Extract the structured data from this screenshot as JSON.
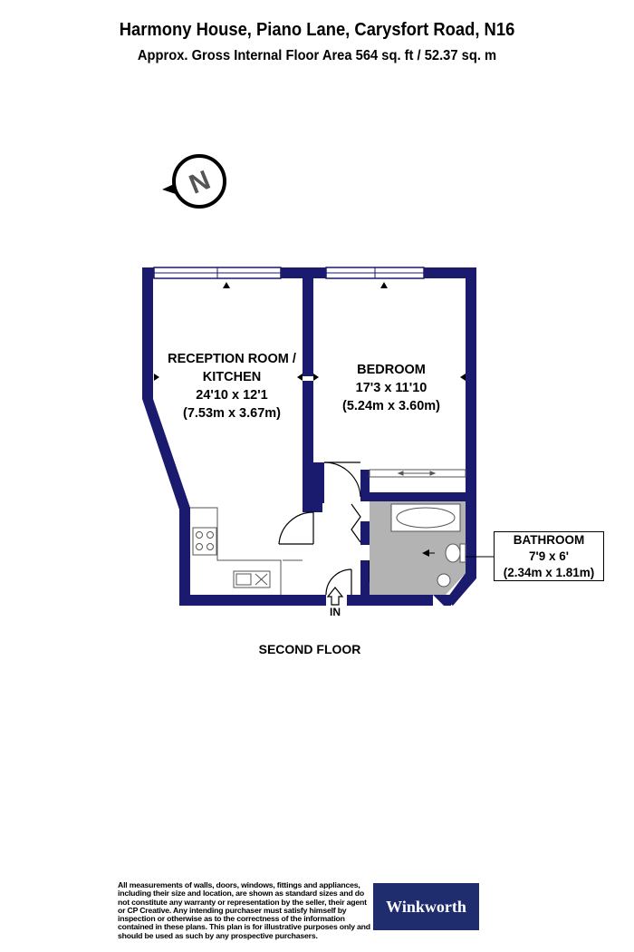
{
  "header": {
    "title": "Harmony House, Piano Lane, Carysfort Road, N16",
    "subtitle": "Approx. Gross Internal Floor Area 564 sq. ft / 52.37 sq. m"
  },
  "compass": {
    "letter": "N"
  },
  "rooms": {
    "reception": {
      "name_line1": "RECEPTION ROOM /",
      "name_line2": "KITCHEN",
      "imperial": "24'10 x 12'1",
      "metric": "(7.53m x 3.67m)"
    },
    "bedroom": {
      "name": "BEDROOM",
      "imperial": "17'3 x 11'10",
      "metric": "(5.24m x 3.60m)"
    },
    "bathroom": {
      "name": "BATHROOM",
      "imperial": "7'9 x 6'",
      "metric": "(2.34m x 1.81m)"
    }
  },
  "entrance_label": "IN",
  "floor_label": "SECOND FLOOR",
  "footer": {
    "disclaimer": "All measurements of walls, doors, windows, fittings and appliances, including their size and location, are shown as standard sizes and do not constitute any warranty or representation by the seller, their agent or CP Creative. Any intending purchaser must satisfy himself by inspection or otherwise as to the correctness of the information contained in these plans. This plan is for illustrative purposes only and should be used as such by any prospective purchasers.",
    "logo_text": "Winkworth"
  },
  "colors": {
    "wall": "#1a1a6e",
    "bathroom_floor": "#b3b3b3",
    "logo_bg": "#1f2d6e"
  }
}
